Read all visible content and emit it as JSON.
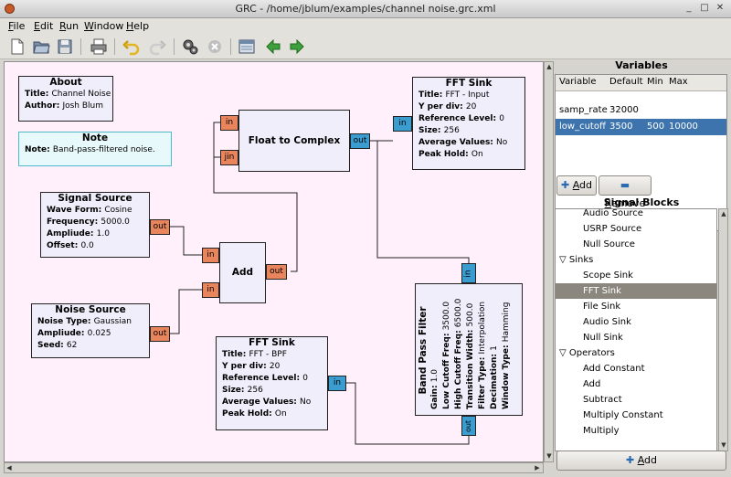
{
  "window": {
    "title": "GRC - /home/jblum/examples/channel noise.grc.xml"
  },
  "menu": [
    {
      "u": "F",
      "rest": "ile"
    },
    {
      "u": "E",
      "rest": "dit"
    },
    {
      "u": "R",
      "rest": "un"
    },
    {
      "u": "W",
      "rest": "indow"
    },
    {
      "u": "H",
      "rest": "elp"
    }
  ],
  "toolbar": [
    "new-icon",
    "open-icon",
    "save-icon",
    "print-icon",
    "undo-icon",
    "redo-icon",
    "generate-icon",
    "stop-icon",
    "flowgraph-icon",
    "prev-icon",
    "next-icon"
  ],
  "blocks": {
    "about": {
      "name": "About",
      "rows": [
        [
          "Title: ",
          "Channel Noise"
        ],
        [
          "Author: ",
          "Josh Blum"
        ]
      ]
    },
    "note": {
      "name": "Note",
      "rows": [
        [
          "Note: ",
          "Band-pass-filtered noise."
        ]
      ]
    },
    "float_to_complex": {
      "name": "Float to Complex",
      "ports": [
        "in",
        "jin",
        "out"
      ]
    },
    "fft1": {
      "name": "FFT Sink",
      "rows": [
        [
          "Title: ",
          "FFT - Input"
        ],
        [
          "Y per div: ",
          "20"
        ],
        [
          "Reference Level: ",
          "0"
        ],
        [
          "Size: ",
          "256"
        ],
        [
          "Average Values: ",
          "No"
        ],
        [
          "Peak Hold: ",
          "On"
        ]
      ],
      "port": "in"
    },
    "signal_source": {
      "name": "Signal Source",
      "rows": [
        [
          "Wave Form: ",
          "Cosine"
        ],
        [
          "Frequency: ",
          "5000.0"
        ],
        [
          "Ampliude: ",
          "1.0"
        ],
        [
          "Offset: ",
          "0.0"
        ]
      ],
      "port": "out"
    },
    "add": {
      "name": "Add",
      "ports": [
        "in",
        "in",
        "out"
      ]
    },
    "noise_source": {
      "name": "Noise Source",
      "rows": [
        [
          "Noise Type: ",
          "Gaussian"
        ],
        [
          "Ampliude: ",
          "0.025"
        ],
        [
          "Seed: ",
          "62"
        ]
      ],
      "port": "out"
    },
    "fft2": {
      "name": "FFT Sink",
      "rows": [
        [
          "Title: ",
          "FFT - BPF"
        ],
        [
          "Y per div: ",
          "20"
        ],
        [
          "Reference Level: ",
          "0"
        ],
        [
          "Size: ",
          "256"
        ],
        [
          "Average Values: ",
          "No"
        ],
        [
          "Peak Hold: ",
          "On"
        ]
      ],
      "port": "in"
    },
    "bpf": {
      "name": "Band Pass Filter",
      "rows": [
        [
          "Gain: ",
          "1.0"
        ],
        [
          "Low Cutoff Freq: ",
          "3500.0"
        ],
        [
          "High Cutoff Freq: ",
          "6500.0"
        ],
        [
          "Transition Width: ",
          "500.0"
        ],
        [
          "Filter Type: ",
          "Interpolation"
        ],
        [
          "Decimation: ",
          "1"
        ],
        [
          "Window Type: ",
          "Hamming"
        ]
      ],
      "ports": [
        "in",
        "out"
      ]
    }
  },
  "variables": {
    "title": "Variables",
    "headers": [
      "Variable",
      "Default",
      "Min",
      "Max"
    ],
    "rows": [
      [
        "samp_rate",
        "32000",
        "",
        ""
      ],
      [
        "low_cutoff",
        "3500",
        "500",
        "10000"
      ]
    ],
    "add_button": {
      "u": "A",
      "rest": "dd"
    },
    "remove_button": {
      "u": "R",
      "rest": "emove"
    }
  },
  "signal_blocks": {
    "title": "Signal Blocks",
    "items": [
      {
        "label": "Audio Source",
        "level": 1
      },
      {
        "label": "USRP Source",
        "level": 1
      },
      {
        "label": "Null Source",
        "level": 1
      },
      {
        "label": "Sinks",
        "level": 0
      },
      {
        "label": "Scope Sink",
        "level": 1
      },
      {
        "label": "FFT Sink",
        "level": 1,
        "selected": true
      },
      {
        "label": "File Sink",
        "level": 1
      },
      {
        "label": "Audio Sink",
        "level": 1
      },
      {
        "label": "Null Sink",
        "level": 1
      },
      {
        "label": "Operators",
        "level": 0
      },
      {
        "label": "Add Constant",
        "level": 1
      },
      {
        "label": "Add",
        "level": 1
      },
      {
        "label": "Subtract",
        "level": 1
      },
      {
        "label": "Multiply Constant",
        "level": 1
      },
      {
        "label": "Multiply",
        "level": 1
      }
    ],
    "add_button": {
      "u": "A",
      "rest": "dd"
    }
  },
  "colors": {
    "canvas_bg": "#fff0fb",
    "block_bg": "#f0eefb",
    "float_port": "#e8855c",
    "complex_port": "#3b9cd0",
    "selection": "#3d74ad"
  }
}
